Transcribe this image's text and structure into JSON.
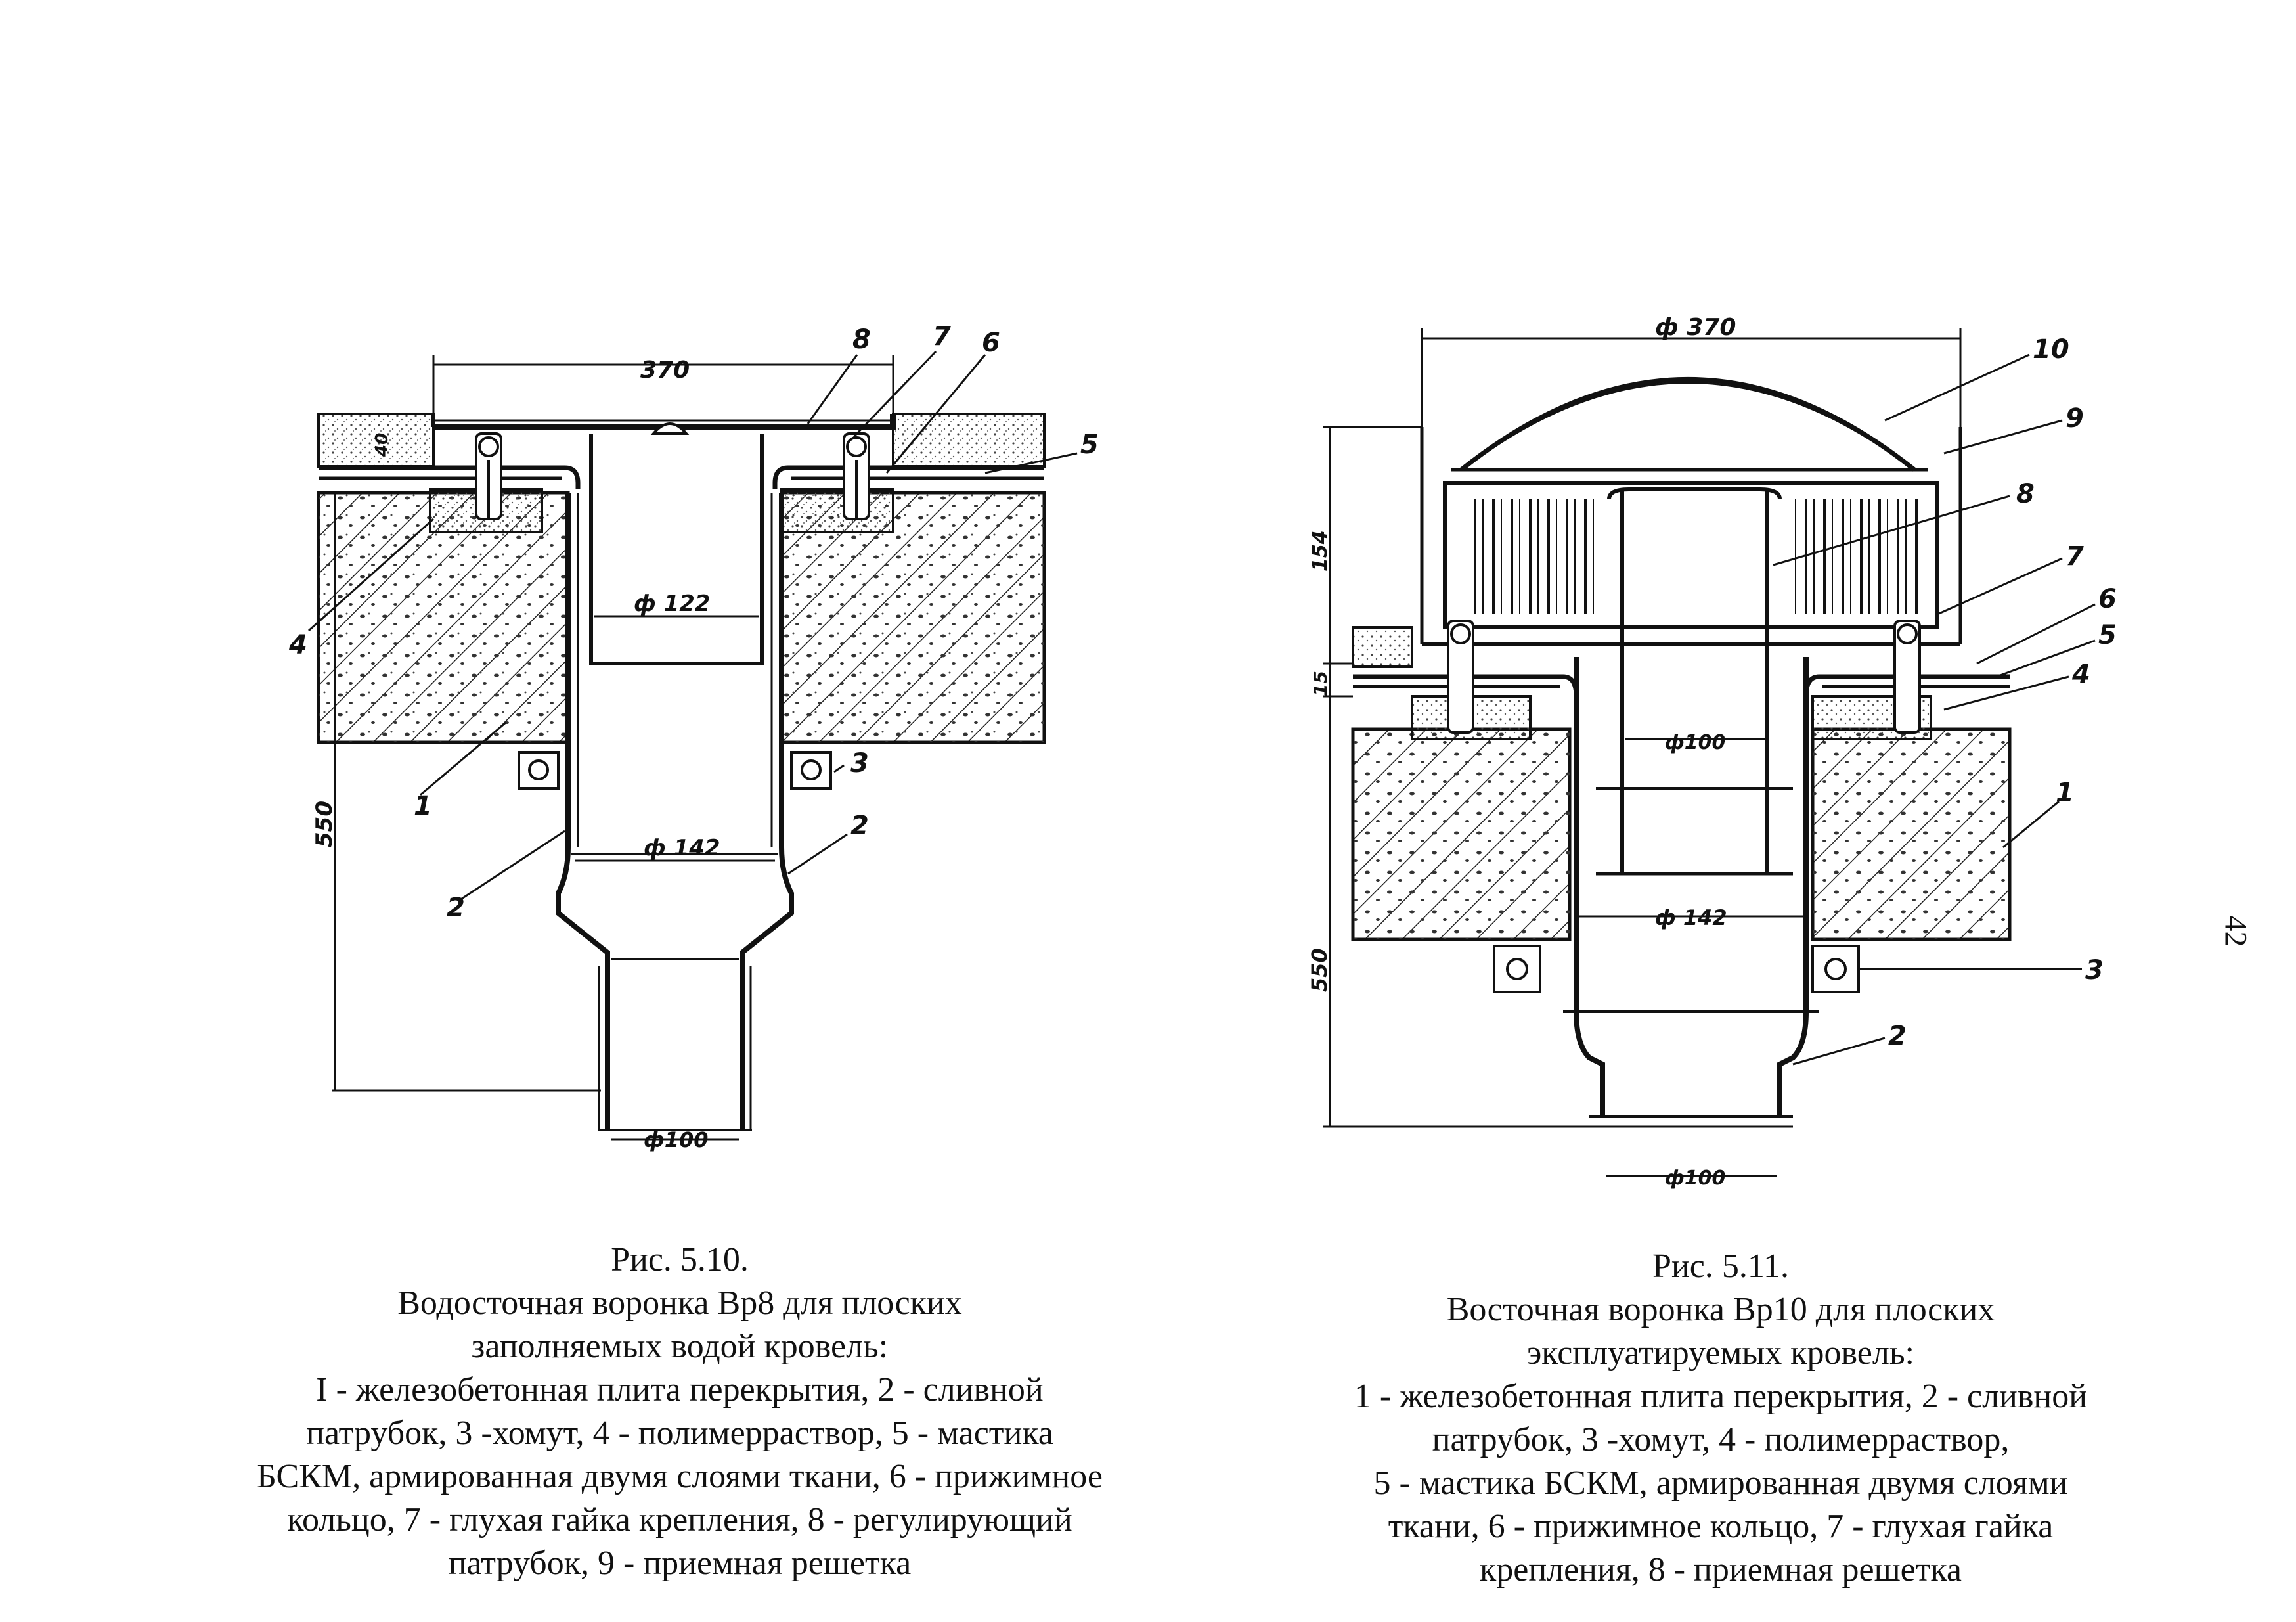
{
  "page_number": "42",
  "figure_left": {
    "dims": {
      "width": "370",
      "d_top": "ф 122",
      "d_mid": "ф 142",
      "d_bottom": "ф100",
      "height": "550",
      "layer": "40"
    },
    "callouts": {
      "c1": "1",
      "c2a": "2",
      "c2b": "2",
      "c3": "3",
      "c4": "4",
      "c5": "5",
      "c6": "6",
      "c7": "7",
      "c8": "8"
    },
    "caption": [
      "Рис. 5.10.",
      "Водосточная воронка Вр8 для плоских",
      "заполняемых водой кровель:",
      "I - железобетонная плита перекрытия, 2 - сливной",
      "патрубок, 3 -хомут, 4 - полимерраствор, 5 - мастика",
      "БСКМ, армированная двумя слоями ткани, 6 - прижимное",
      "кольцо, 7 - глухая гайка крепления, 8 - регулирующий",
      "патрубок, 9 - приемная решетка"
    ]
  },
  "figure_right": {
    "dims": {
      "width": "ф 370",
      "h_top": "154",
      "h_mid": "15",
      "height": "550",
      "d_inner": "ф100",
      "d_mid": "ф 142",
      "d_bottom": "ф100"
    },
    "callouts": {
      "c1": "1",
      "c2": "2",
      "c3": "3",
      "c4": "4",
      "c5": "5",
      "c6": "6",
      "c7": "7",
      "c8": "8",
      "c9": "9",
      "c10": "10"
    },
    "caption": [
      "Рис. 5.11.",
      "Восточная воронка Вр10 для плоских",
      "эксплуатируемых кровель:",
      "1 - железобетонная плита перекрытия, 2 - сливной",
      "патрубок, 3 -хомут, 4 - полимерраствор,",
      "5 - мастика БСКМ, армированная двумя слоями",
      "ткани, 6 - прижимное кольцо, 7 - глухая гайка",
      "крепления, 8 - приемная решетка"
    ]
  }
}
